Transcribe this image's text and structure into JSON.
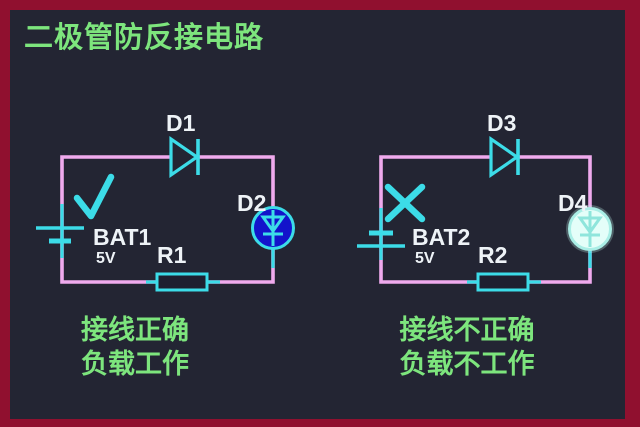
{
  "title": "二极管防反接电路",
  "colors": {
    "border": "#90102f",
    "bg": "#232533",
    "wire": "#efaaed",
    "cyan": "#3cdce8",
    "led_on": "#1313cb",
    "led_off": "#e4fef9",
    "led_off_rim": "#aaeee6",
    "led_off_sym": "#8fe5dc",
    "green": "#7de57d",
    "label": "#eef3f7"
  },
  "left_circuit": {
    "diode_label": "D1",
    "led_label": "D2",
    "battery_label": "BAT1",
    "battery_voltage": "5V",
    "resistor_label": "R1",
    "status_icon": "check-icon",
    "caption_line1": "接线正确",
    "caption_line2": "负载工作"
  },
  "right_circuit": {
    "diode_label": "D3",
    "led_label": "D4",
    "battery_label": "BAT2",
    "battery_voltage": "5V",
    "resistor_label": "R2",
    "status_icon": "cross-icon",
    "caption_line1": "接线不正确",
    "caption_line2": "负载不工作"
  }
}
